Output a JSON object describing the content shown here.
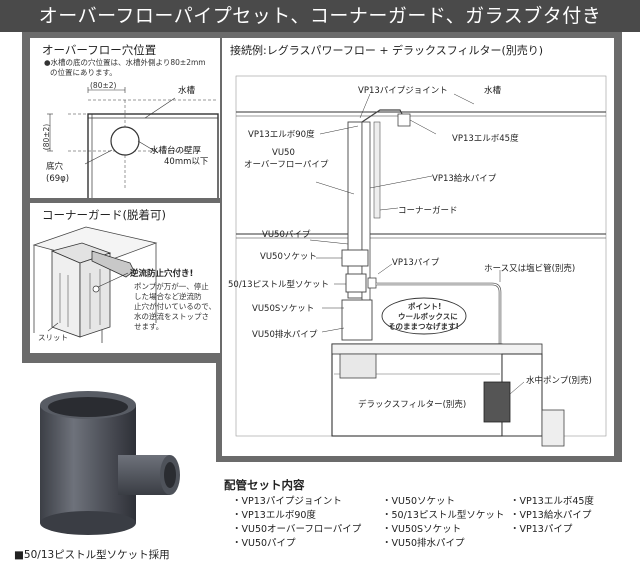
{
  "banner": {
    "title": "オーバーフローパイプセット、コーナーガード、ガラスブタ付き"
  },
  "overflow_hole": {
    "title": "オーバーフロー穴位置",
    "note_line1": "●水槽の底の穴位置は、水槽外側より80±2mm",
    "note_line2": "の位置にあります。",
    "dim_top": "(80±2)",
    "dim_side": "(80±2)",
    "tank_label": "水槽",
    "wall_note_line1": "水槽台の壁厚",
    "wall_note_line2": "40mm以下",
    "hole_label": "底穴",
    "hole_size": "(69φ)"
  },
  "corner_guard": {
    "title": "コーナーガード(脱着可)",
    "backflow_title": "逆流防止穴付き!",
    "backflow_lines": [
      "ポンプが万が一、停止",
      "した場合など逆流防",
      "止穴が付いているので、",
      "水の逆流をストップさ",
      "せます。"
    ],
    "slit_label": "スリット"
  },
  "connection": {
    "title": "接続例:レグラスパワーフロー + デラックスフィルター(別売り)",
    "labels": {
      "joint": "VP13パイプジョイント",
      "tank": "水槽",
      "elbow90": "VP13エルボ90度",
      "elbow45": "VP13エルボ45度",
      "vu50_line1": "VU50",
      "vu50_line2": "オーバーフローパイプ",
      "vp13_supply": "VP13給水パイプ",
      "corner_guard": "コーナーガード",
      "vu50_pipe": "VU50パイプ",
      "vu50_socket": "VU50ソケット",
      "vp13_pipe": "VP13パイプ",
      "hose": "ホース又は塩ビ管(別売)",
      "pistol_socket": "50/13ピストル型ソケット",
      "vu50s_socket": "VU50Sソケット",
      "vu50_drain": "VU50排水パイプ",
      "point_line1": "ポイント!",
      "point_line2": "ウールボックスに",
      "point_line3": "そのままつなげます!",
      "pump": "水中ポンプ(別売)",
      "filter": "デラックスフィルター(別売)"
    }
  },
  "piping_set": {
    "title": "配管セット内容",
    "col1": [
      "・VP13パイプジョイント",
      "・VP13エルボ90度",
      "・VU50オーバーフローパイプ",
      "・VU50パイプ"
    ],
    "col2": [
      "・VU50ソケット",
      "・50/13ピストル型ソケット",
      "・VU50Sソケット",
      "・VU50排水パイプ"
    ],
    "col3": [
      "・VP13エルボ45度",
      "・VP13給水パイプ",
      "・VP13パイプ",
      ""
    ]
  },
  "caption": "■50/13ピストル型ソケット採用",
  "colors": {
    "banner": "#4a4a4a",
    "frame": "#6b6b6b",
    "pipe": "#5d6068"
  }
}
